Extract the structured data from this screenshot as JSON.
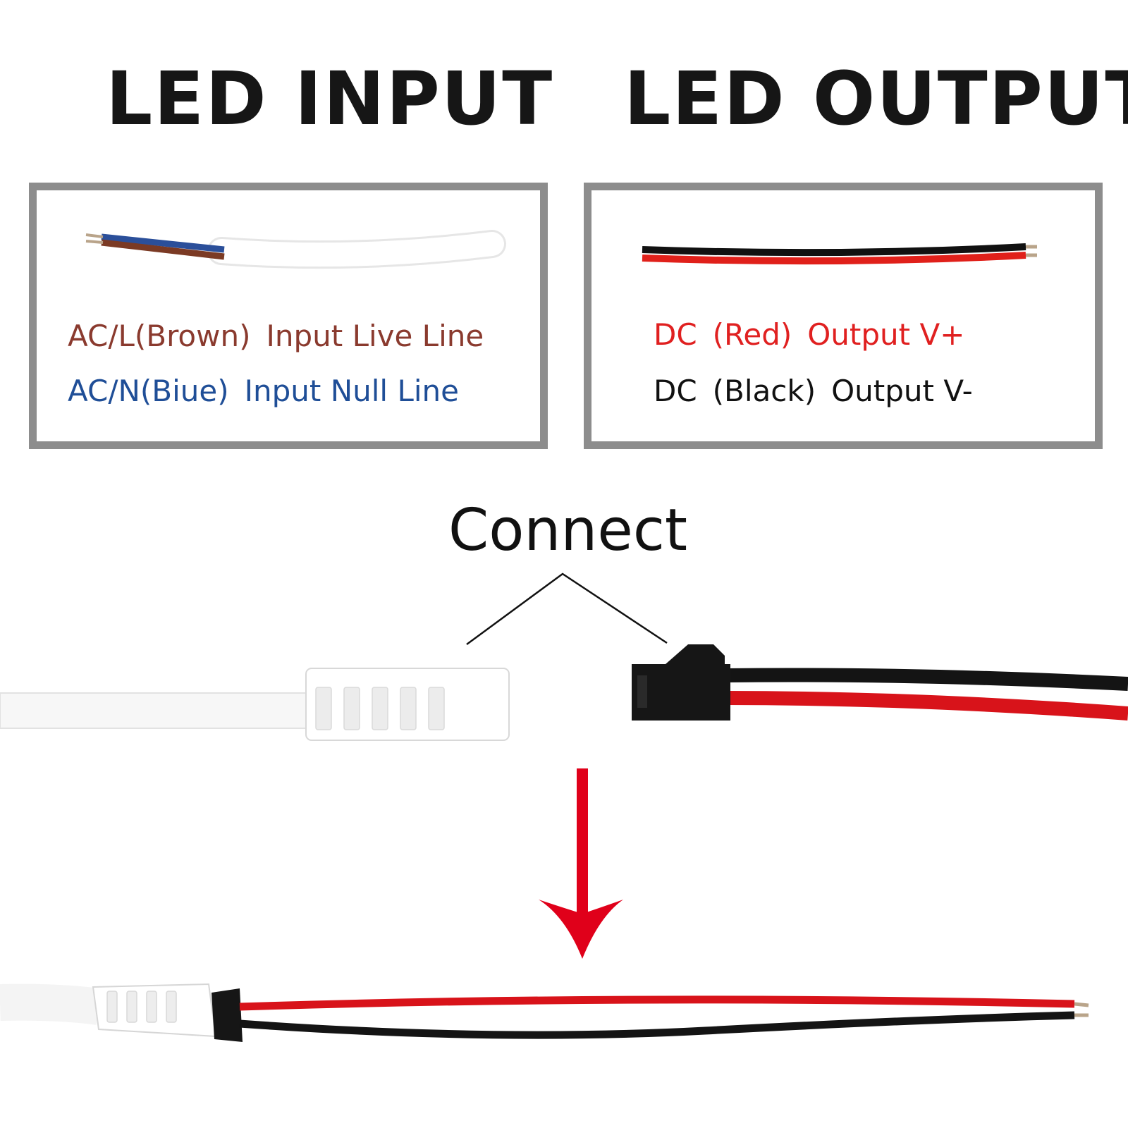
{
  "headings": {
    "input": "LED INPUT",
    "output": "LED OUTPUT"
  },
  "input_panel": {
    "live": {
      "label": "AC/L(Brown)",
      "desc": "Input Live Line"
    },
    "null": {
      "label": "AC/N(Biue)",
      "desc": "Input Null Line"
    }
  },
  "output_panel": {
    "positive": {
      "label": "DC",
      "color": "(Red)",
      "desc": "Output V+"
    },
    "negative": {
      "label": "DC",
      "color": "(Black)",
      "desc": "Output V-"
    }
  },
  "connect_label": "Connect",
  "colors": {
    "brown": "#8a3a2e",
    "blue": "#1f4e97",
    "red": "#e02020",
    "black": "#111111",
    "arrow_red": "#e0001a",
    "panel_border": "#8d8d8d"
  }
}
